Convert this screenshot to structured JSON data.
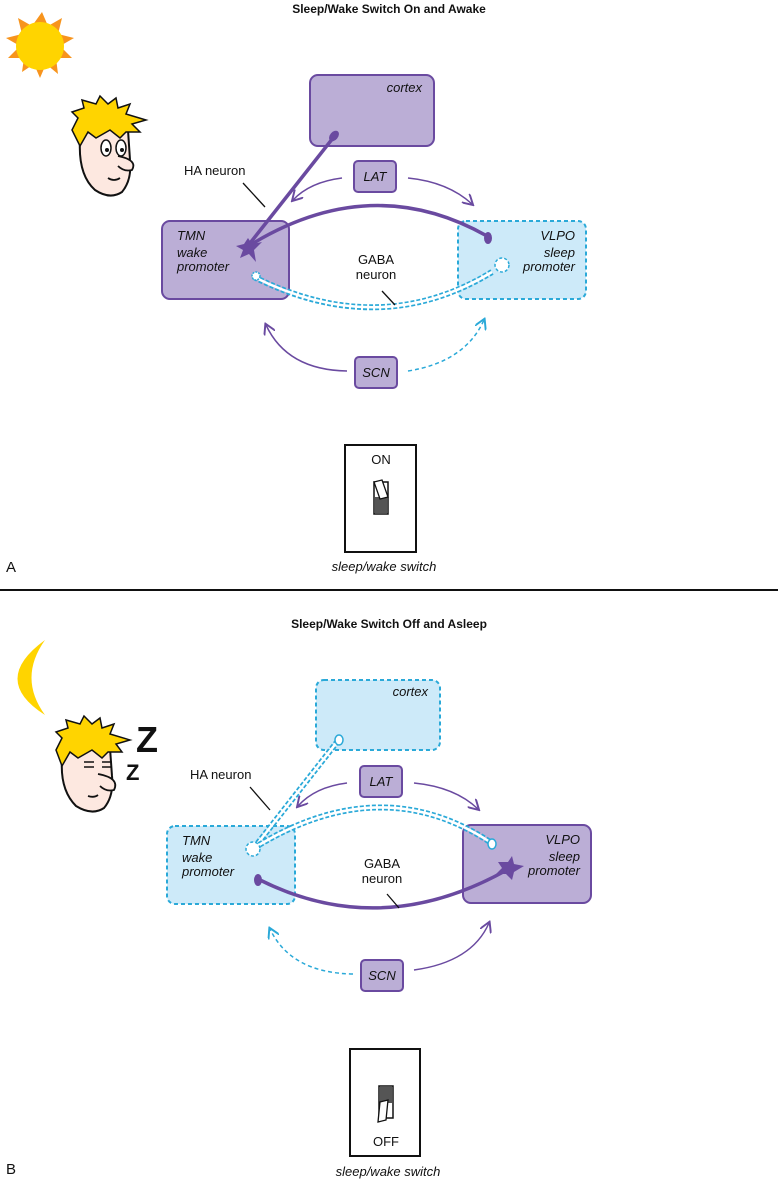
{
  "colors": {
    "purple_fill": "#bbaed6",
    "purple_stroke": "#6a4aa0",
    "cyan_fill": "#cdeaf9",
    "cyan_stroke": "#2aa9d8",
    "sun": "#ffd400",
    "sun_rays": "#f7941d",
    "moon": "#ffd400"
  },
  "panels": [
    {
      "letter": "A",
      "title": "Sleep/Wake Switch On and Awake",
      "celestial_icon": "sun-icon",
      "face_state": "awake",
      "nodes": {
        "cortex": {
          "label": "cortex",
          "state": "active"
        },
        "lat": {
          "label": "LAT",
          "state": "active"
        },
        "tmn": {
          "label": "TMN",
          "sublabel1": "wake",
          "sublabel2": "promoter",
          "state": "active"
        },
        "vlpo": {
          "label": "VLPO",
          "sublabel1": "sleep",
          "sublabel2": "promoter",
          "state": "inactive"
        },
        "scn": {
          "label": "SCN",
          "state": "active"
        }
      },
      "annotations": {
        "ha_neuron": "HA neuron",
        "gaba_line1": "GABA",
        "gaba_line2": "neuron"
      },
      "switch": {
        "state_label": "ON",
        "caption": "sleep/wake switch"
      }
    },
    {
      "letter": "B",
      "title": "Sleep/Wake Switch Off and Asleep",
      "celestial_icon": "moon-icon",
      "face_state": "asleep",
      "zzz": [
        "Z",
        "Z"
      ],
      "nodes": {
        "cortex": {
          "label": "cortex",
          "state": "inactive"
        },
        "lat": {
          "label": "LAT",
          "state": "active"
        },
        "tmn": {
          "label": "TMN",
          "sublabel1": "wake",
          "sublabel2": "promoter",
          "state": "inactive"
        },
        "vlpo": {
          "label": "VLPO",
          "sublabel1": "sleep",
          "sublabel2": "promoter",
          "state": "active"
        },
        "scn": {
          "label": "SCN",
          "state": "active"
        }
      },
      "annotations": {
        "ha_neuron": "HA neuron",
        "gaba_line1": "GABA",
        "gaba_line2": "neuron"
      },
      "switch": {
        "state_label": "OFF",
        "caption": "sleep/wake switch"
      }
    }
  ]
}
